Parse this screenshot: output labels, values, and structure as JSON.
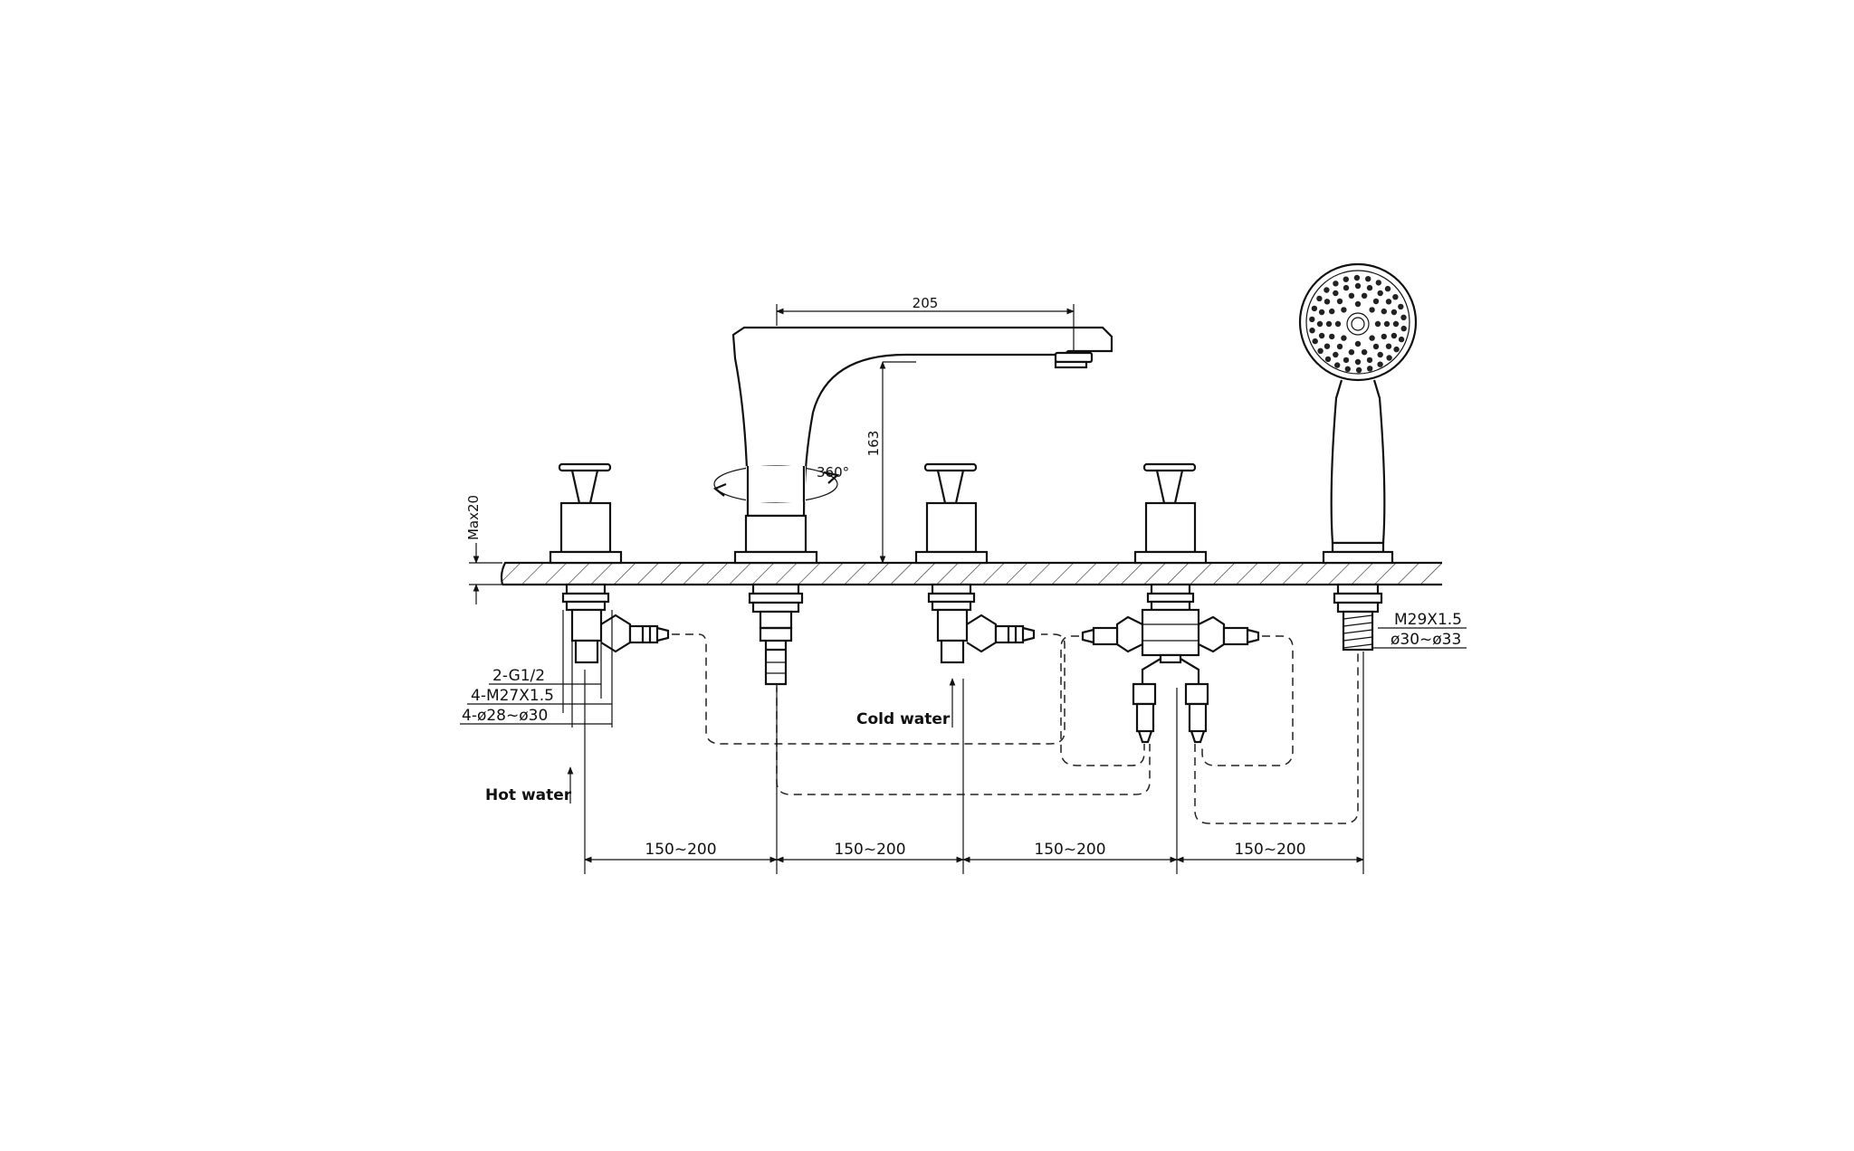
{
  "dimensions": {
    "spout_reach": "205",
    "spout_height": "163",
    "rotation": "360°",
    "max_deck": "Max20",
    "thread_hose": "2-G1/2",
    "thread_valve": "4-M27X1.5",
    "hole_valve": "4-ø28~ø30",
    "thread_shower": "M29X1.5",
    "hole_shower": "ø30~ø33",
    "spacing": [
      "150~200",
      "150~200",
      "150~200",
      "150~200"
    ]
  },
  "labels": {
    "cold_water": "Cold water",
    "hot_water": "Hot water"
  }
}
